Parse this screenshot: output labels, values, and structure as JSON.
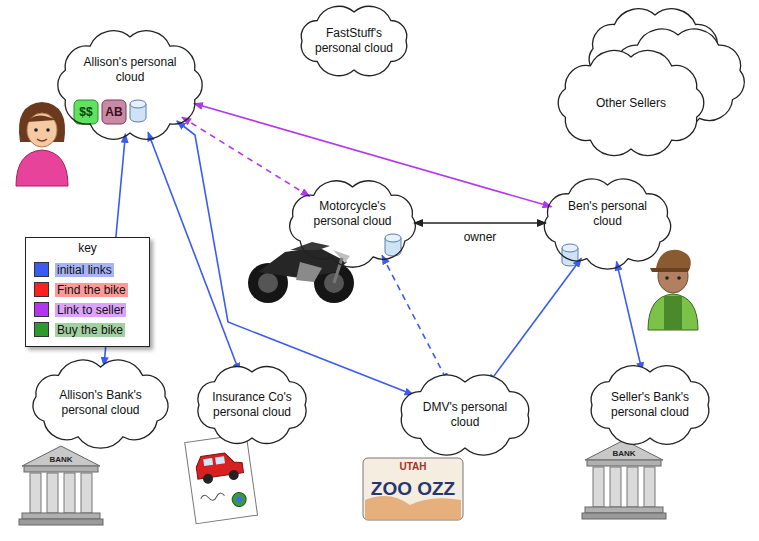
{
  "diagram": {
    "nodes": [
      {
        "text": [
          "Allison's personal cloud"
        ]
      },
      {
        "text": [
          "FastStuff's personal cloud"
        ]
      },
      {
        "text": [
          "Other Sellers"
        ]
      },
      {
        "text": [
          "Motorcycle's personal cloud"
        ]
      },
      {
        "text": [
          "Ben's personal cloud"
        ]
      },
      {
        "text": [
          "Allison's Bank's personal cloud"
        ]
      },
      {
        "text": [
          "Insurance Co's personal cloud"
        ]
      },
      {
        "text": [
          "DMV's personal cloud"
        ]
      },
      {
        "text": [
          "Seller's Bank's personal cloud"
        ]
      }
    ],
    "edges": [
      {
        "from": 0,
        "to": 4,
        "arrow": "both"
      },
      {
        "from": 0,
        "to": 3,
        "arrow": "both"
      },
      {
        "from": 3,
        "to": 4,
        "label": "owner",
        "arrow": "both"
      },
      {
        "from": 0,
        "to": 5,
        "arrow": "both"
      },
      {
        "from": 0,
        "to": 6,
        "arrow": "both"
      },
      {
        "from": 0,
        "to": 7,
        "arrow": "both"
      },
      {
        "from": 3,
        "to": 7,
        "arrow": "both"
      },
      {
        "from": 4,
        "to": 7,
        "arrow": "both"
      },
      {
        "from": 4,
        "to": 8,
        "arrow": "both"
      }
    ],
    "labels": [
      "$$",
      "AB",
      "key",
      "UTAH",
      "ZOO OZZ",
      "BANK",
      "BANK"
    ],
    "legend": [
      {
        "text": "initial links",
        "color": "#3b5cf0"
      },
      {
        "text": "Find the bike",
        "color": "#ff2020"
      },
      {
        "text": "Link to seller",
        "color": "#b236f0"
      },
      {
        "text": "Buy the bike",
        "color": "#2e9a2e"
      }
    ]
  }
}
